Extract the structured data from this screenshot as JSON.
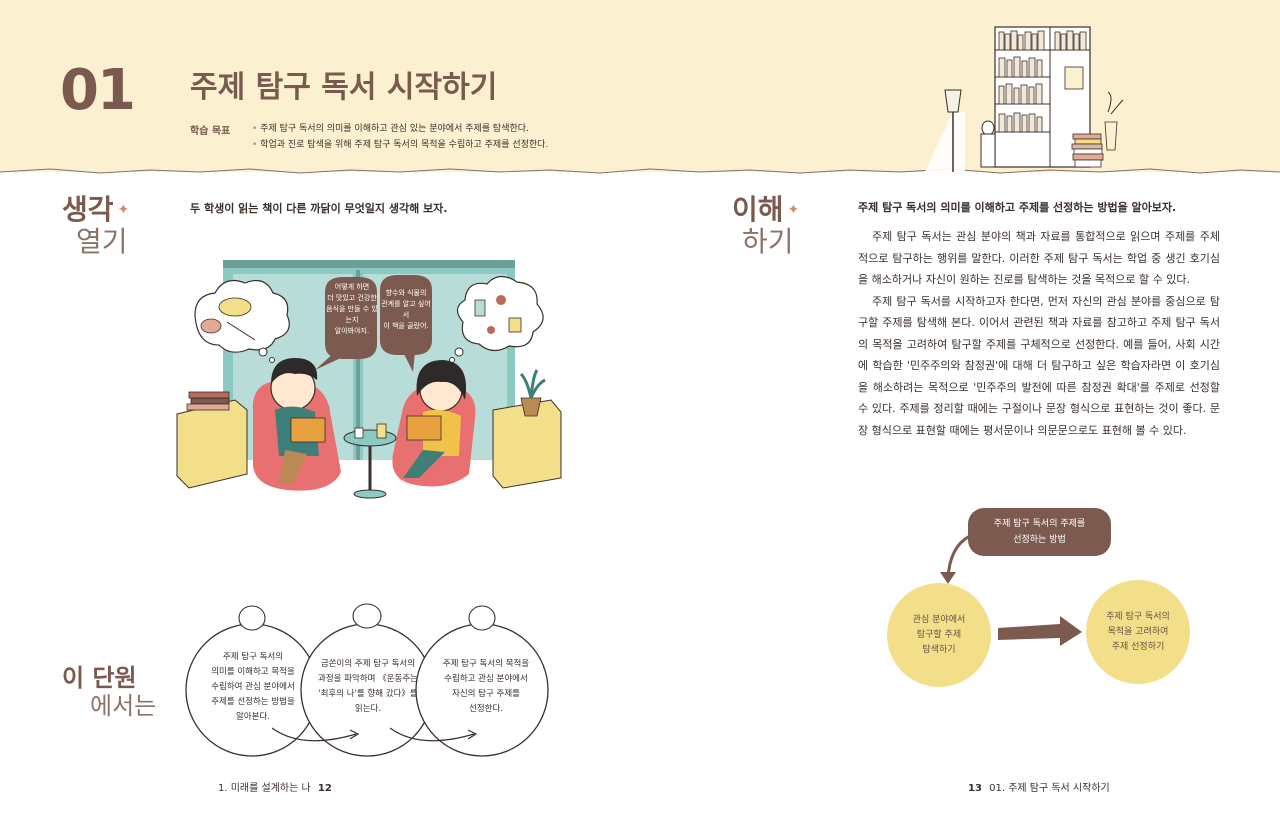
{
  "header": {
    "chapter_number": "01",
    "chapter_title": "주제 탐구 독서 시작하기",
    "goal_label": "학습 목표",
    "goals": [
      "주제 탐구 독서의 의미를 이해하고 관심 있는 분야에서 주제를 탐색한다.",
      "학업과 진로 탐색을 위해 주제 탐구 독서의 목적을 수립하고 주제를 선정한다."
    ]
  },
  "left_section": {
    "title_line1": "생각",
    "title_line2": "열기",
    "prompt": "두 학생이 읽는 책이 다른 까닭이 무엇일지 생각해 보자.",
    "bubble_boy": [
      "어떻게 하면",
      "더 맛있고 건강한",
      "음식을 만들 수 있는지",
      "알아봐야지."
    ],
    "bubble_girl": [
      "향수와 식물의",
      "관계를 알고 싶어서",
      "이 책을 골랐어."
    ]
  },
  "unit_section": {
    "title_line1": "이 단원",
    "title_line2": "에서는",
    "circles": [
      [
        "주제 탐구 독서의",
        "의미를 이해하고 목적을",
        "수립하여 관심 분야에서",
        "주제를 선정하는 방법을",
        "알아본다."
      ],
      [
        "금쏜이의 주제 탐구 독서의",
        "과정을 파악하며 《운동주는",
        "'최후의 나'를 향해 갔다》를",
        "읽는다."
      ],
      [
        "주제 탐구 독서의 목적을",
        "수립하고 관심 분야에서",
        "자신의 탐구 주제를",
        "선정한다."
      ]
    ]
  },
  "right_section": {
    "title_line1": "이해",
    "title_line2": "하기",
    "prompt": "주제 탐구 독서의 의미를 이해하고 주제를 선정하는 방법을 알아보자.",
    "paragraphs": [
      "주제 탐구 독서는 관심 분야의 책과 자료를 통합적으로 읽으며 주제를 주체적으로 탐구하는 행위를 말한다. 이러한 주제 탐구 독서는 학업 중 생긴 호기심을 해소하거나 자신이 원하는 진로를 탐색하는 것을 목적으로 할 수 있다.",
      "주제 탐구 독서를 시작하고자 한다면, 먼저 자신의 관심 분야를 중심으로 탐구할 주제를 탐색해 본다. 이어서 관련된 책과 자료를 참고하고 주제 탐구 독서의 목적을 고려하여 탐구할 주제를 구체적으로 선정한다. 예를 들어, 사회 시간에 학습한 '민주주의와 참정권'에 대해 더 탐구하고 싶은 학습자라면 이 호기심을 해소하려는 목적으로 '민주주의 발전에 따른 참정권 확대'를 주제로 선정할 수 있다. 주제를 정리할 때에는 구절이나 문장 형식으로 표현하는 것이 좋다. 문장 형식으로 표현할 때에는 평서문이나 의문문으로도 표현해 볼 수 있다."
    ],
    "diagram": {
      "top_box": [
        "주제 탐구 독서의 주제를",
        "선정하는 방법"
      ],
      "left_circle": [
        "관심 분야에서",
        "탐구할 주제",
        "탐색하기"
      ],
      "right_circle": [
        "주제 탐구 독서의",
        "목적을 고려하여",
        "주제 선정하기"
      ]
    }
  },
  "footer": {
    "left_text": "1. 미래를 설계하는 나",
    "left_page": "12",
    "right_page": "13",
    "right_text": "01. 주제 탐구 독서 시작하기"
  },
  "colors": {
    "header_bg": "#fbf0cf",
    "brand_brown": "#7a5a4f",
    "accent_orange": "#d28a5b",
    "flow_yellow": "#f3de8a"
  }
}
